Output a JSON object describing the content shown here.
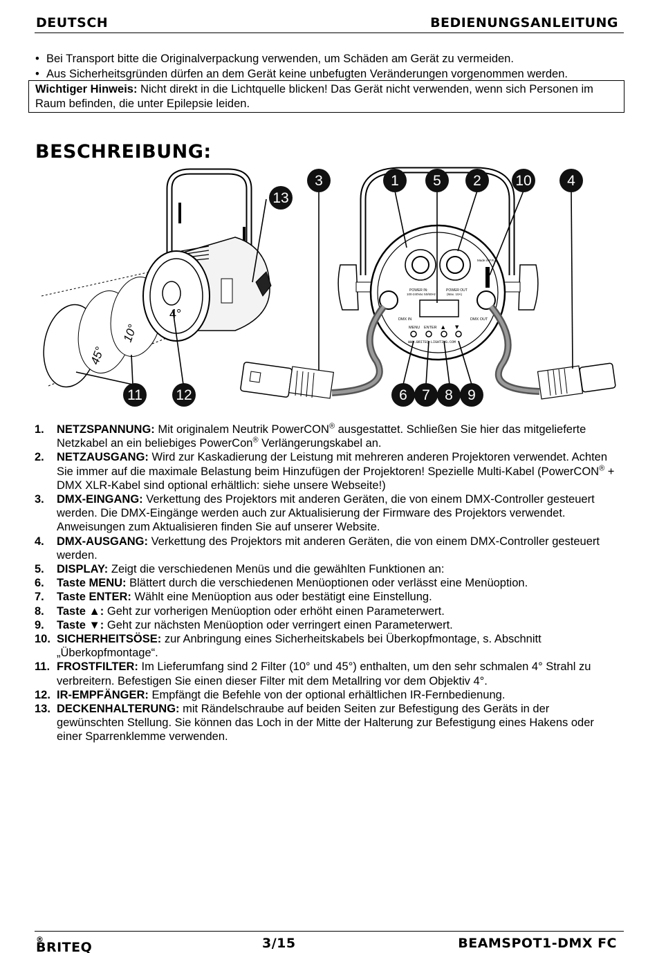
{
  "header": {
    "language": "DEUTSCH",
    "doc_type": "BEDIENUNGSANLEITUNG"
  },
  "bullets": [
    "Bei Transport bitte die Originalverpackung verwenden, um Schäden am Gerät zu vermeiden.",
    "Aus Sicherheitsgründen dürfen an dem Gerät keine unbefugten Veränderungen vorgenommen werden."
  ],
  "notice": {
    "label": "Wichtiger Hinweis:",
    "text": " Nicht direkt in die Lichtquelle blicken! Das Gerät nicht verwenden, wenn sich Personen im Raum befinden, die unter Epilepsie leiden."
  },
  "section_title": "BESCHREIBUNG:",
  "figure": {
    "lens_label": "4°",
    "filter_labels": [
      "45°",
      "10°"
    ],
    "panel": {
      "power_in": "POWER IN:",
      "power_in_spec": "100-240Vac 50/60Hz",
      "power_out": "POWER OUT",
      "power_out_spec": "(Max. 10A)",
      "dmx_in": "DMX IN",
      "dmx_out": "DMX OUT",
      "btn_menu": "MENU",
      "btn_enter": "ENTER",
      "btn_up": "▲",
      "btn_down": "▼",
      "made_in": "Made in P.R.C",
      "website": "WWW.BRITEQ-LIGHTING.COM"
    },
    "callouts": [
      "3",
      "1",
      "5",
      "2",
      "10",
      "4",
      "13",
      "11",
      "12",
      "6",
      "7",
      "8",
      "9"
    ]
  },
  "items": [
    {
      "num": "1.",
      "term": "NETZSPANNUNG:",
      "html": " Mit originalem Neutrik PowerCON<span class=\"sup\">®</span> ausgestattet. Schließen Sie hier das mitgelieferte Netzkabel an ein beliebiges PowerCon<span class=\"sup\">®</span> Verlängerungskabel an."
    },
    {
      "num": "2.",
      "term": "NETZAUSGANG:",
      "html": " Wird zur Kaskadierung der Leistung mit mehreren anderen Projektoren verwendet. Achten Sie immer auf die maximale Belastung beim Hinzufügen der Projektoren! Spezielle Multi-Kabel (PowerCON<span class=\"sup\">®</span> + DMX XLR-Kabel sind optional erhältlich: siehe unsere Webseite!)"
    },
    {
      "num": "3.",
      "term": "DMX-EINGANG:",
      "html": " Verkettung des Projektors mit anderen Geräten, die von einem DMX-Controller gesteuert werden. Die DMX-Eingänge werden auch zur Aktualisierung der Firmware des Projektors verwendet. Anweisungen zum Aktualisieren finden Sie auf unserer Website."
    },
    {
      "num": "4.",
      "term": "DMX-AUSGANG:",
      "html": " Verkettung des Projektors mit anderen Geräten, die von einem DMX-Controller gesteuert werden."
    },
    {
      "num": "5.",
      "term": "DISPLAY:",
      "html": " Zeigt die verschiedenen Menüs und die gewählten Funktionen an:"
    },
    {
      "num": "6.",
      "term": "Taste MENU:",
      "html": " Blättert durch die verschiedenen Menüoptionen oder verlässt eine Menüoption."
    },
    {
      "num": "7.",
      "term": "Taste ENTER:",
      "html": " Wählt eine Menüoption aus oder bestätigt eine Einstellung."
    },
    {
      "num": "8.",
      "term": "Taste ▲:",
      "html": " Geht zur vorherigen Menüoption oder erhöht einen Parameterwert."
    },
    {
      "num": "9.",
      "term": "Taste ▼:",
      "html": " Geht zur nächsten Menüoption oder verringert einen Parameterwert."
    },
    {
      "num": "10.",
      "term": "SICHERHEITSÖSE:",
      "html": " zur Anbringung eines Sicherheitskabels bei Überkopfmontage, s. Abschnitt „Überkopfmontage“."
    },
    {
      "num": "11.",
      "term": "FROSTFILTER:",
      "html": " Im Lieferumfang sind 2 Filter (10° und 45°) enthalten, um den sehr schmalen 4° Strahl zu verbreitern. Befestigen Sie einen dieser Filter mit dem Metallring vor dem Objektiv 4°."
    },
    {
      "num": "12.",
      "term": "IR-EMPFÄNGER:",
      "html": " Empfängt die Befehle von der optional erhältlichen IR-Fernbedienung."
    },
    {
      "num": "13.",
      "term": "DECKENHALTERUNG:",
      "html": " mit Rändelschraube auf beiden Seiten zur Befestigung des Geräts in der gewünschten Stellung. Sie können das Loch in der Mitte der Halterung zur Befestigung eines Hakens oder einer Sparrenklemme verwenden."
    }
  ],
  "footer": {
    "brand": "BRITEQ",
    "brand_mark": "®",
    "page": "3/15",
    "model": "BEAMSPOT1-DMX FC"
  }
}
